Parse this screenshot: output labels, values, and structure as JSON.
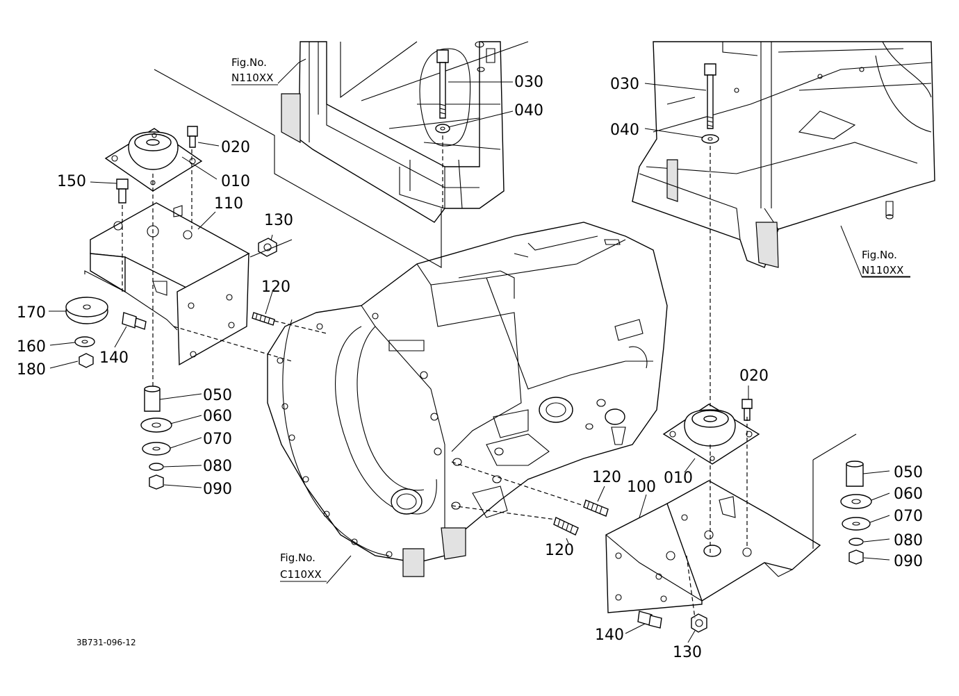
{
  "diagram": {
    "drawing_code": "3B731-096-12",
    "figure_refs": [
      {
        "id": "n110-top",
        "line1": "Fig.No.",
        "line2": "N110XX"
      },
      {
        "id": "n110-right",
        "line1": "Fig.No.",
        "line2": "N110XX"
      },
      {
        "id": "c110",
        "line1": "Fig.No.",
        "line2": "C110XX"
      }
    ],
    "callouts": [
      {
        "id": "030-mid",
        "label": "030"
      },
      {
        "id": "040-mid",
        "label": "040"
      },
      {
        "id": "030-right",
        "label": "030"
      },
      {
        "id": "040-right",
        "label": "040"
      },
      {
        "id": "020-left",
        "label": "020"
      },
      {
        "id": "010-left",
        "label": "010"
      },
      {
        "id": "150",
        "label": "150"
      },
      {
        "id": "110",
        "label": "110"
      },
      {
        "id": "130-top",
        "label": "130"
      },
      {
        "id": "120-top",
        "label": "120"
      },
      {
        "id": "170",
        "label": "170"
      },
      {
        "id": "160",
        "label": "160"
      },
      {
        "id": "180",
        "label": "180"
      },
      {
        "id": "140-left",
        "label": "140"
      },
      {
        "id": "050-left",
        "label": "050"
      },
      {
        "id": "060-left",
        "label": "060"
      },
      {
        "id": "070-left",
        "label": "070"
      },
      {
        "id": "080-left",
        "label": "080"
      },
      {
        "id": "090-left",
        "label": "090"
      },
      {
        "id": "020-right",
        "label": "020"
      },
      {
        "id": "010-right",
        "label": "010"
      },
      {
        "id": "120-mid",
        "label": "120"
      },
      {
        "id": "100",
        "label": "100"
      },
      {
        "id": "120-low",
        "label": "120"
      },
      {
        "id": "050-right",
        "label": "050"
      },
      {
        "id": "060-right",
        "label": "060"
      },
      {
        "id": "070-right",
        "label": "070"
      },
      {
        "id": "080-right",
        "label": "080"
      },
      {
        "id": "090-right",
        "label": "090"
      },
      {
        "id": "140-bottom",
        "label": "140"
      },
      {
        "id": "130-bottom",
        "label": "130"
      }
    ]
  }
}
